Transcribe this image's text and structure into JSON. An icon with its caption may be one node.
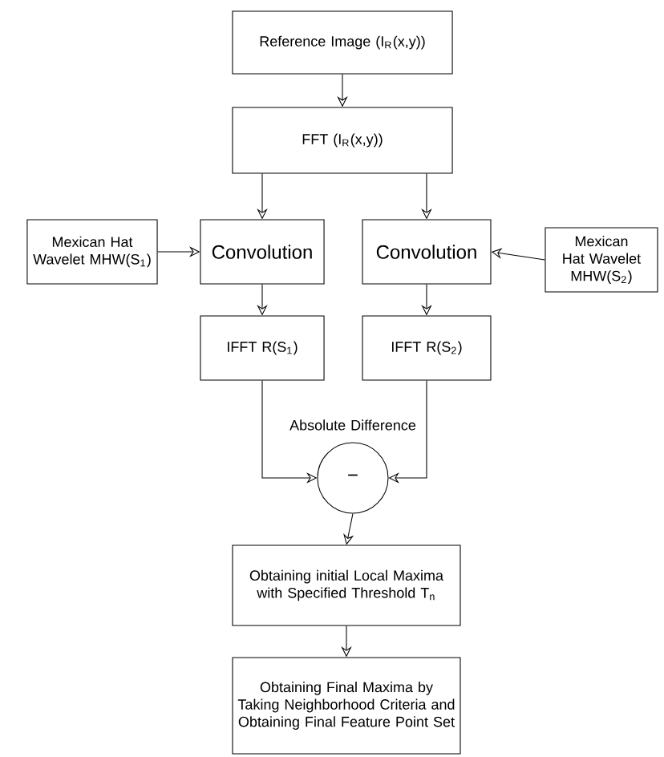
{
  "diagram": {
    "nodes": [
      {
        "text": [
          "Reference Image (I$_{R}$(x,y))"
        ]
      },
      {
        "text": [
          "FFT (I$_{R}$(x,y))"
        ]
      },
      {
        "text": [
          "Mexican Hat Wavelet MHW(S$_{1}$)"
        ]
      },
      {
        "text": [
          "Convolution"
        ]
      },
      {
        "text": [
          "Convolution"
        ]
      },
      {
        "text": [
          "Mexican Hat Wavelet MHW(S$_{2}$)"
        ]
      },
      {
        "text": [
          "IFFT R(S$_{1}$)"
        ]
      },
      {
        "text": [
          "IFFT R(S$_{2}$)"
        ]
      },
      {
        "text": [
          "−"
        ],
        "beside": [
          "Absolute Difference"
        ]
      },
      {
        "text": [
          "Obtaining initial Local Maxima with Specified Threshold T$_{n}$"
        ]
      },
      {
        "text": [
          "Obtaining Final Maxima by Taking Neighborhood Criteria and Obtaining Final Feature Point Set"
        ]
      }
    ],
    "edges": [
      {
        "from": 0,
        "to": 1,
        "arrow": "to"
      },
      {
        "from": 1,
        "to": 3,
        "arrow": "to"
      },
      {
        "from": 1,
        "to": 4,
        "arrow": "to"
      },
      {
        "from": 2,
        "to": 3,
        "arrow": "to"
      },
      {
        "from": 5,
        "to": 4,
        "arrow": "to"
      },
      {
        "from": 3,
        "to": 6,
        "arrow": "to"
      },
      {
        "from": 4,
        "to": 7,
        "arrow": "to"
      },
      {
        "from": 6,
        "to": 8,
        "arrow": "to"
      },
      {
        "from": 7,
        "to": 8,
        "arrow": "to"
      },
      {
        "from": 8,
        "to": 9,
        "arrow": "to"
      },
      {
        "from": 9,
        "to": 10,
        "arrow": "to"
      }
    ]
  }
}
